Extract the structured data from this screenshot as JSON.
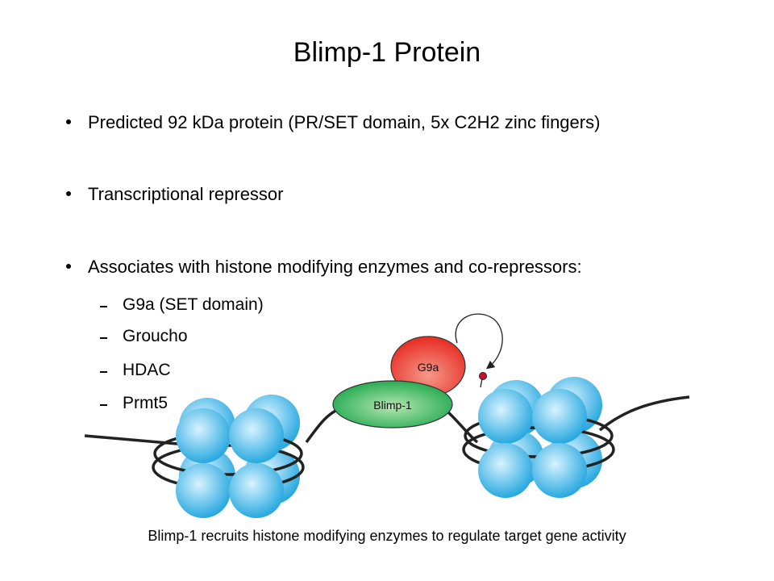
{
  "slide": {
    "title": "Blimp-1 Protein",
    "bullets": [
      "Predicted 92 kDa protein (PR/SET domain, 5x C2H2 zinc fingers)",
      "Transcriptional repressor",
      "Associates with histone modifying enzymes and co-repressors:"
    ],
    "sub_items": [
      "G9a (SET domain)",
      "Groucho",
      "HDAC",
      "Prmt5"
    ]
  },
  "diagram": {
    "labels": {
      "g9a": "G9a",
      "blimp1": "Blimp-1"
    },
    "colors": {
      "histone": "#29a9e0",
      "histone_highlight": "#d8f3ff",
      "g9a": "#e8332a",
      "blimp1": "#1aa64a",
      "dna": "#222222",
      "mark": "#c8102e"
    },
    "caption": "Blimp-1 recruits histone modifying enzymes to regulate target gene activity"
  }
}
